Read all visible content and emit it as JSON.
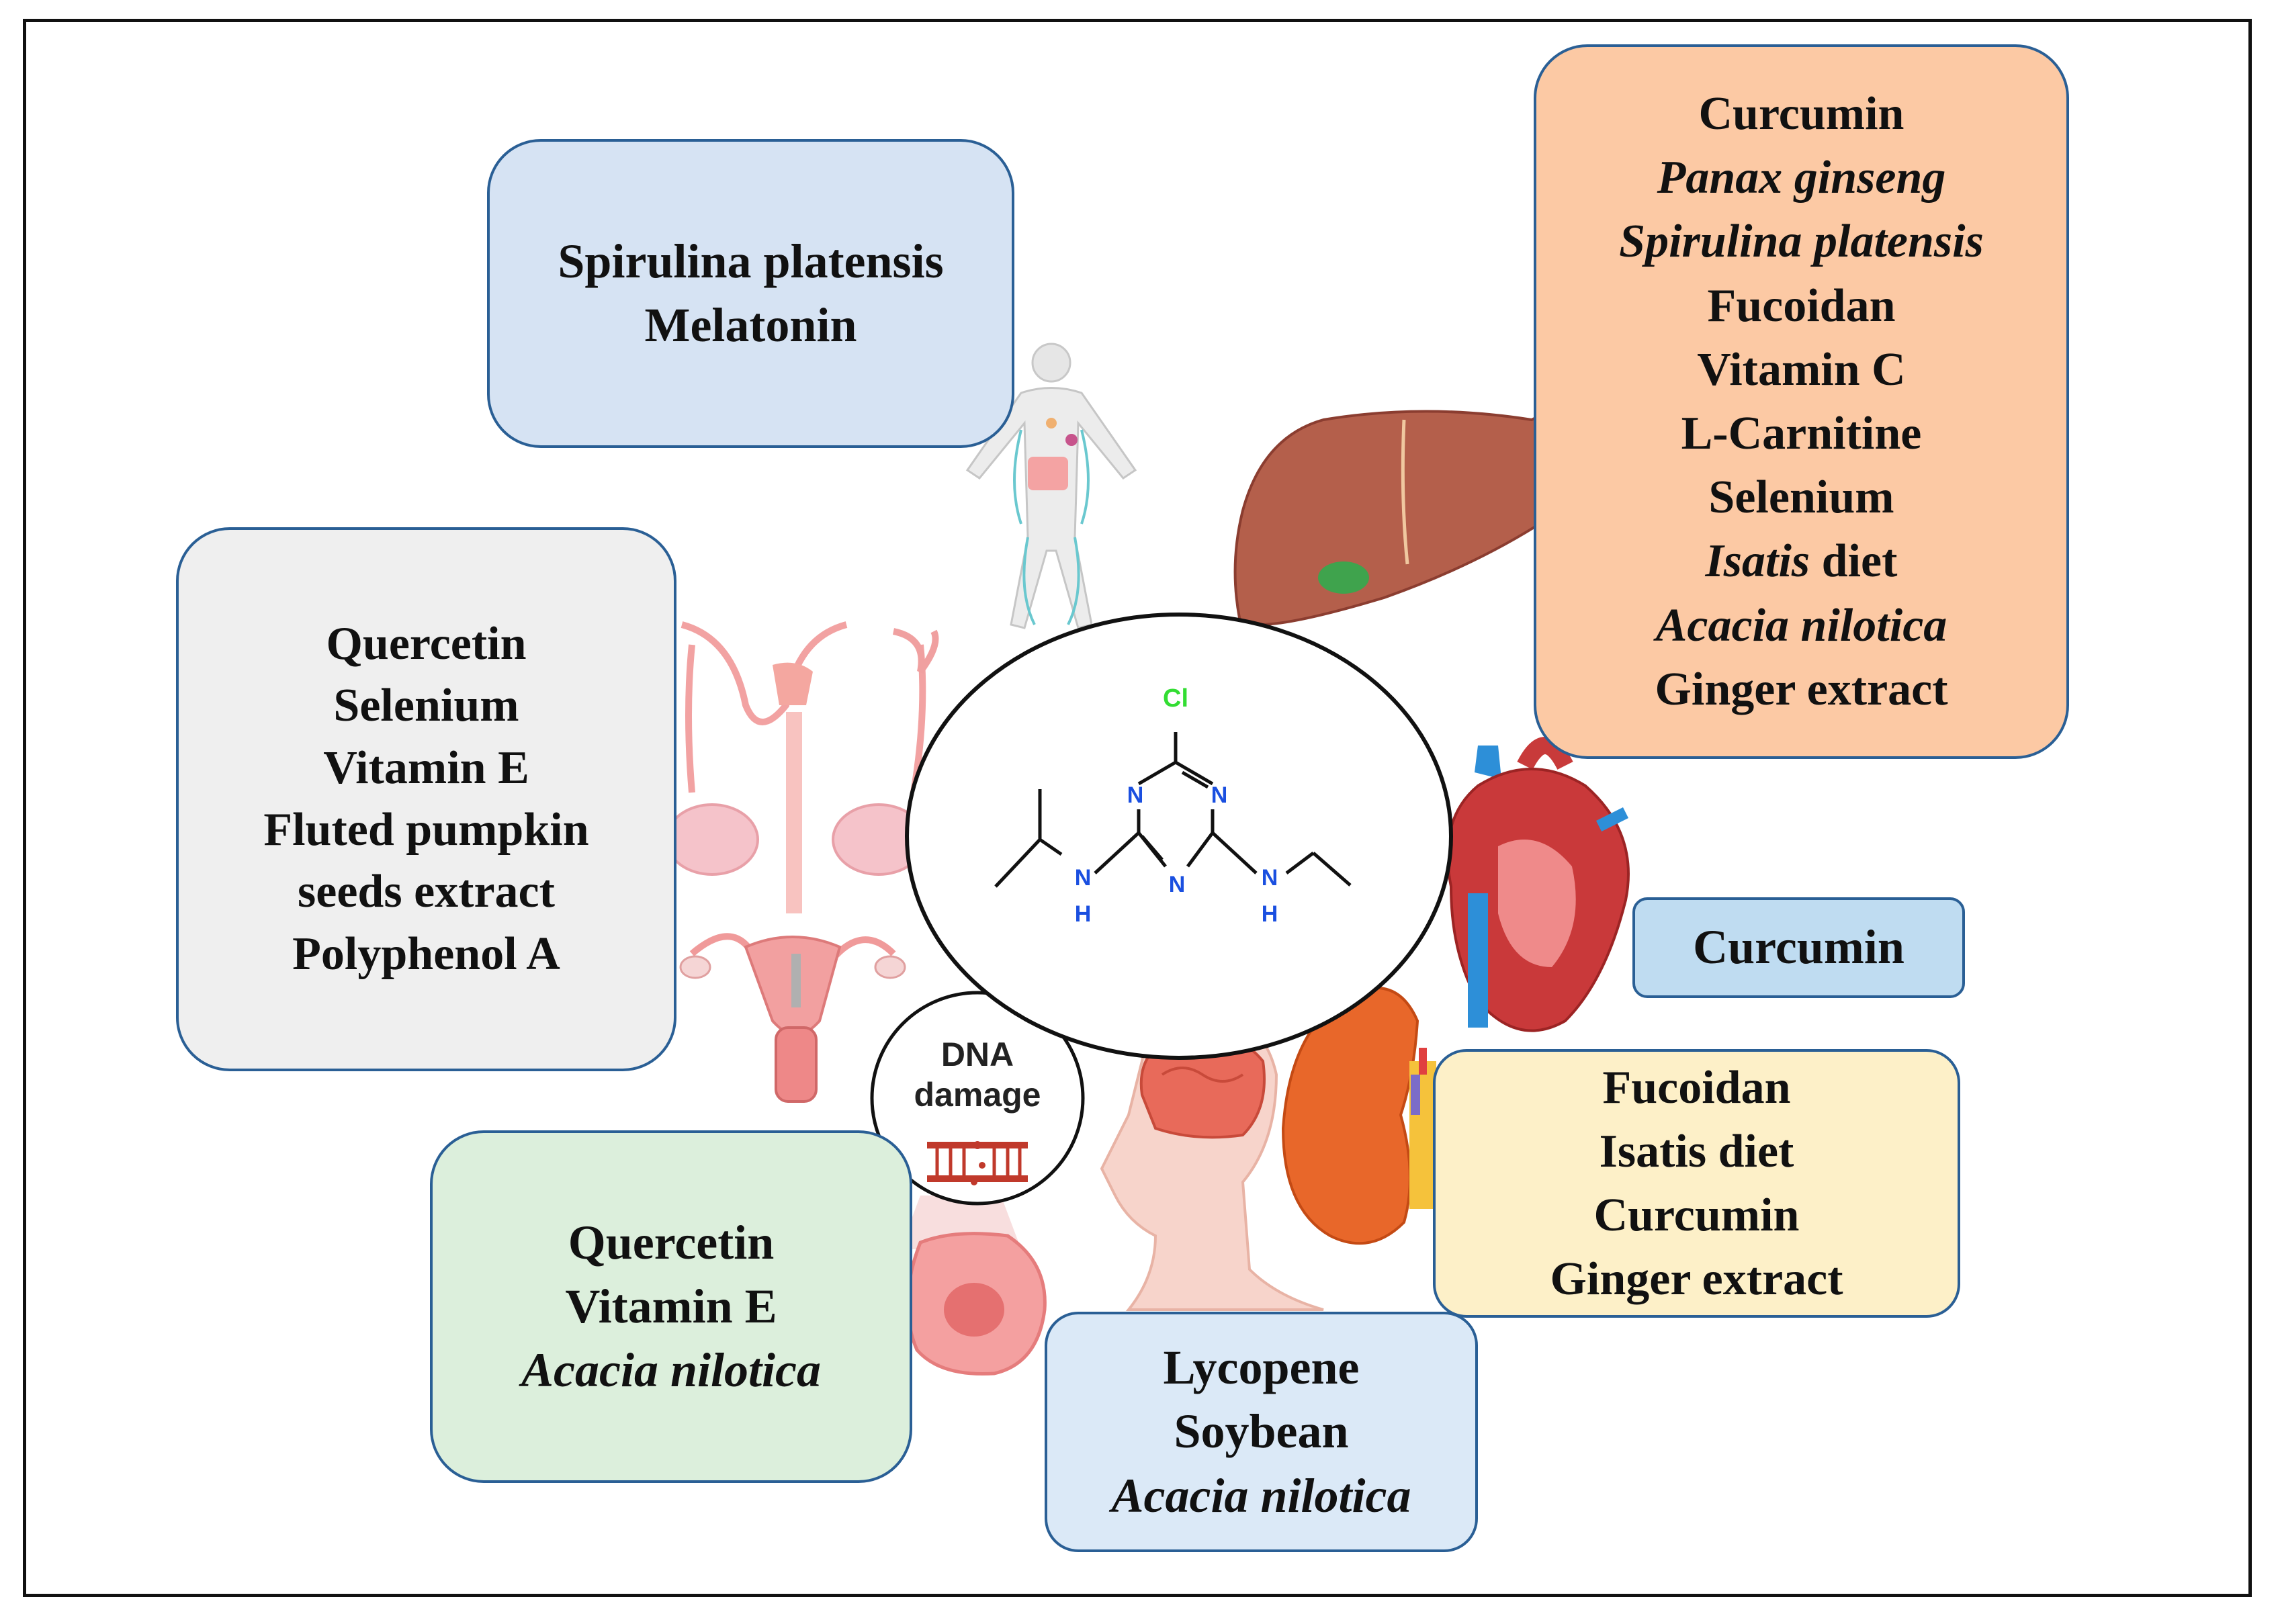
{
  "molecule": {
    "cl": "Cl",
    "n": "N",
    "h": "H"
  },
  "dna_label": {
    "line1": "DNA",
    "line2": "damage"
  },
  "boxes": {
    "nervous": [
      "Spirulina platensis",
      "Melatonin"
    ],
    "reproductive": [
      "Quercetin",
      "Selenium",
      "Vitamin E",
      "Fluted pumpkin",
      "seeds extract",
      "Polyphenol A"
    ],
    "dna": [
      "Quercetin",
      "Vitamin E",
      "Acacia nilotica"
    ],
    "brain": [
      "Lycopene",
      "Soybean",
      "Acacia nilotica"
    ],
    "liver": [
      "Curcumin",
      "Panax ginseng",
      "Spirulina platensis",
      "Fucoidan",
      "Vitamin C",
      "L-Carnitine",
      "Selenium",
      "Isatis",
      "diet",
      "Acacia nilotica",
      "Ginger extract"
    ],
    "heart": [
      "Curcumin"
    ],
    "kidney": [
      "Fucoidan",
      "Isatis diet",
      "Curcumin",
      "Ginger extract"
    ]
  }
}
